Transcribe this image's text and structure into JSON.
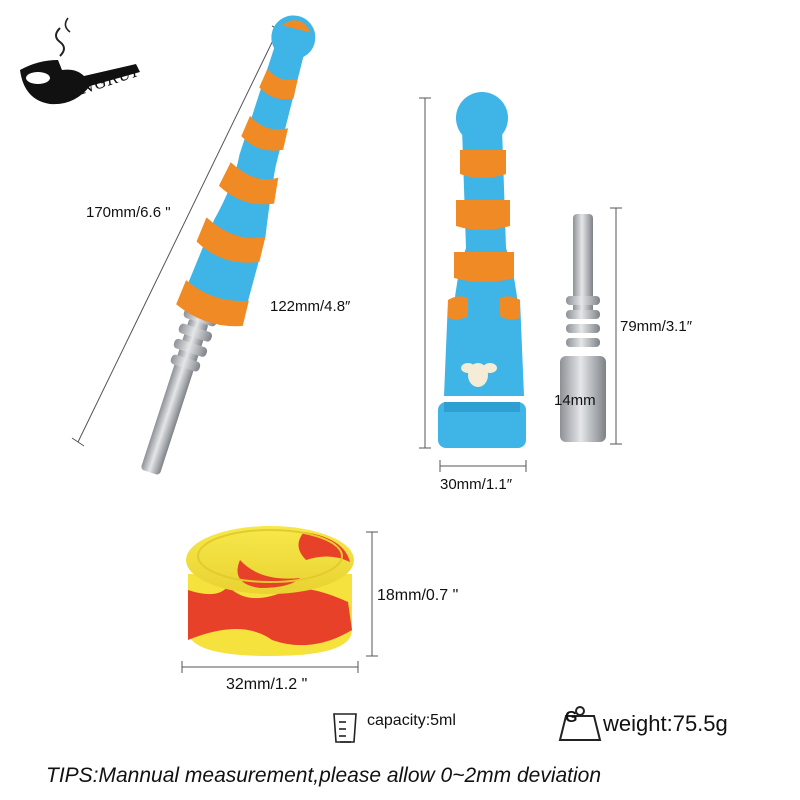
{
  "brand": {
    "logo_text": "FENGRUI",
    "logo_icon": "pipe-smoke-icon"
  },
  "dimensions": {
    "total_length": "170mm/6.6 \"",
    "silicone_length": "122mm/4.8″",
    "tip_length": "79mm/3.1″",
    "tip_diameter": "14mm",
    "body_width": "30mm/1.1″",
    "jar_height": "18mm/0.7 \"",
    "jar_width": "32mm/1.2 \""
  },
  "specs": {
    "capacity_icon": "measuring-cup-icon",
    "capacity": "capacity:5ml",
    "weight_icon": "weight-g-icon",
    "weight_glyph": "G",
    "weight": "weight:75.5g"
  },
  "tips": "TIPS:Mannual measurement,please allow 0~2mm deviation",
  "colors": {
    "blue": "#3fb4e6",
    "orange": "#f08a24",
    "yellow": "#f5e23c",
    "red": "#e8412a",
    "metal": "#b8bcc0"
  }
}
